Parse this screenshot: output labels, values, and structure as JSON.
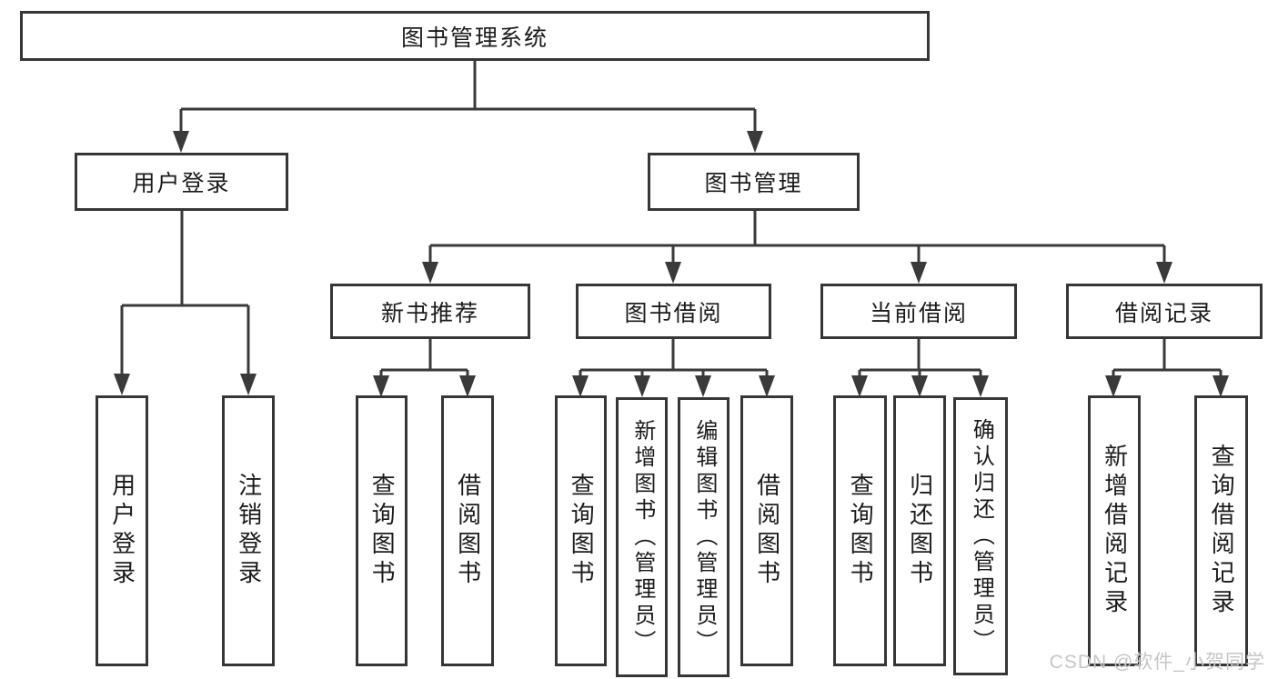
{
  "diagram_type": "hierarchy-tree",
  "tree": {
    "label": "图书管理系统",
    "children": [
      {
        "label": "用户登录",
        "children": [
          {
            "label": "用户登录"
          },
          {
            "label": "注销登录"
          }
        ]
      },
      {
        "label": "图书管理",
        "children": [
          {
            "label": "新书推荐",
            "children": [
              {
                "label": "查询图书"
              },
              {
                "label": "借阅图书"
              }
            ]
          },
          {
            "label": "图书借阅",
            "children": [
              {
                "label": "查询图书"
              },
              {
                "label": "新增图书（管理员）"
              },
              {
                "label": "编辑图书（管理员）"
              },
              {
                "label": "借阅图书"
              }
            ]
          },
          {
            "label": "当前借阅",
            "children": [
              {
                "label": "查询图书"
              },
              {
                "label": "归还图书"
              },
              {
                "label": "确认归还（管理员）"
              }
            ]
          },
          {
            "label": "借阅记录",
            "children": [
              {
                "label": "新增借阅记录"
              },
              {
                "label": "查询借阅记录"
              }
            ]
          }
        ]
      }
    ]
  },
  "watermark": {
    "text": "CSDN @软件_小贺同学"
  },
  "colors": {
    "line": "#3a3a3a",
    "box_border": "#363636",
    "box_background": "#ffffff",
    "text": "#1b1b1b",
    "watermark": "#c6c6c6",
    "background": "#ffffff"
  }
}
